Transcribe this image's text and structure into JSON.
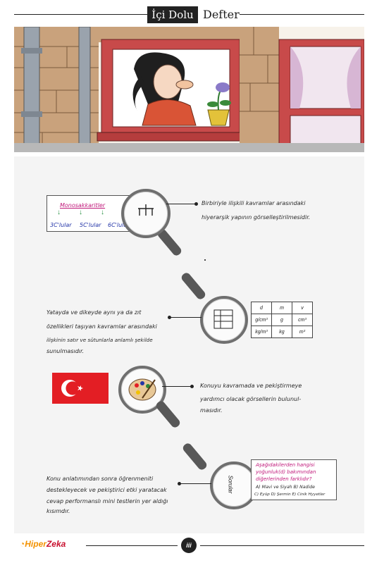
{
  "header": {
    "tag": "İçi Dolu",
    "title": "Defter"
  },
  "items": [
    {
      "box": {
        "heading": "Monosakkaritler",
        "labels": [
          "3C'lular",
          "5C'lular",
          "6C'lular"
        ]
      },
      "text": [
        "Birbiriyle ilişkili kavramlar arasındaki",
        "hiyerarşik yapının görselleştirilmesidir."
      ]
    },
    {
      "table": {
        "headers": [
          "d",
          "m",
          "v"
        ],
        "rows": [
          [
            "g/cm³",
            "g",
            "cm³"
          ],
          [
            "kg/m³",
            "kg",
            "m³"
          ]
        ]
      },
      "text": [
        "Yatayda ve dikeyde aynı ya da zıt",
        "özellikleri taşıyan kavramlar arasındaki",
        "ilişkinin satır ve sütunlarla anlamlı şekilde",
        "sunulmasıdır."
      ]
    },
    {
      "text": [
        "Konuyu kavramada ve pekiştirmeye",
        "yardımcı olacak görsellerin bulunul-",
        "masıdır."
      ]
    },
    {
      "lens_label": "Sorular",
      "box": {
        "question": [
          "Aşağıdakilerden hangisi",
          "yoğunluk(d) bakımından",
          "diğerlerinden farklıdır?"
        ],
        "options": [
          "A) Mavi ve Siyah  B) Nadide",
          "C) Eyüp  D) Şermin  E) Cinik Hyyetler"
        ]
      },
      "text": [
        "Konu anlatımından sonra öğrenmeniti",
        "destekleyecek ve pekiştirici etki yaratacak",
        "cevap performanslı mini testlerin yer aldığı",
        "kısımdır."
      ]
    }
  ],
  "footer": {
    "logo_a": "Hiper",
    "logo_b": "Zeka",
    "page": "iii"
  },
  "colors": {
    "flag_red": "#e31e24",
    "logo_orange": "#f39200",
    "logo_red": "#c8102e"
  }
}
